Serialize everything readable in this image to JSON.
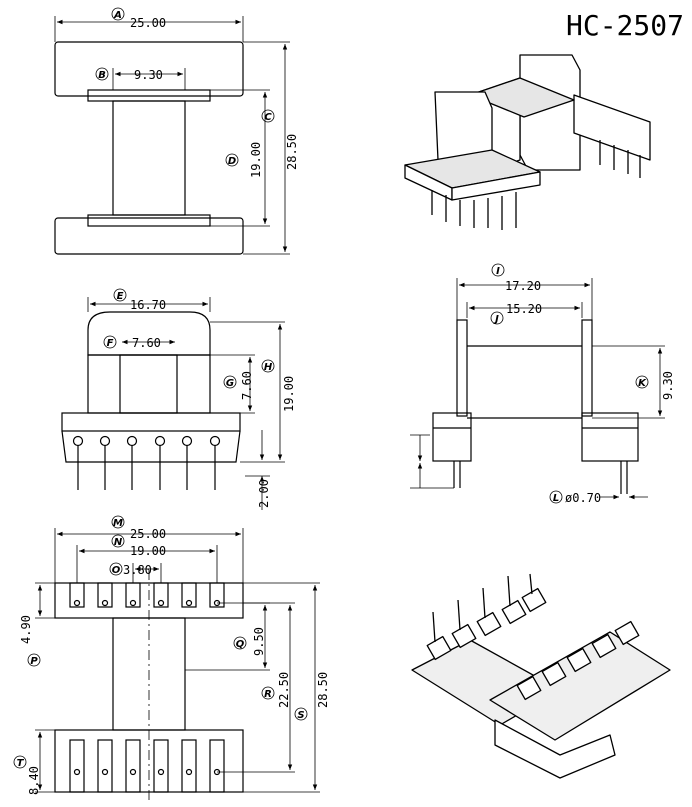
{
  "title": "HC-2507",
  "top_view": {
    "A": {
      "letter": "A",
      "value": "25.00"
    },
    "B": {
      "letter": "B",
      "value": "9.30"
    },
    "C": {
      "letter": "C",
      "value": "28.50"
    },
    "D": {
      "letter": "D",
      "value": "19.00"
    }
  },
  "front_view": {
    "E": {
      "letter": "E",
      "value": "16.70"
    },
    "F": {
      "letter": "F",
      "value": "7.60"
    },
    "G": {
      "letter": "G",
      "value": "7.60"
    },
    "H": {
      "letter": "H",
      "value": "19.00"
    },
    "pin": {
      "value": "2.00"
    }
  },
  "side_view": {
    "I": {
      "letter": "I",
      "value": "17.20"
    },
    "J": {
      "letter": "J",
      "value": "15.20"
    },
    "K": {
      "letter": "K",
      "value": "9.30"
    },
    "L": {
      "letter": "L",
      "value": "ø0.70"
    }
  },
  "bottom_view": {
    "M": {
      "letter": "M",
      "value": "25.00"
    },
    "N": {
      "letter": "N",
      "value": "19.00"
    },
    "O": {
      "letter": "O",
      "value": "3.80"
    },
    "P": {
      "letter": "P",
      "value": "4.90"
    },
    "Q": {
      "letter": "Q",
      "value": "9.50"
    },
    "R": {
      "letter": "R",
      "value": "22.50"
    },
    "S": {
      "letter": "S",
      "value": "28.50"
    },
    "T": {
      "letter": "T",
      "value": "8.40"
    }
  }
}
